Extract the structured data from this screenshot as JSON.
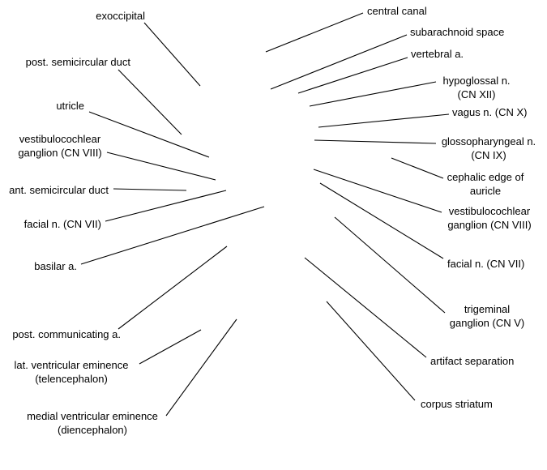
{
  "colors": {
    "text": "#000000",
    "line": "#000000",
    "background": "#ffffff"
  },
  "labels": {
    "exoccipital": "exoccipital",
    "post_semicircular_duct": "post. semicircular duct",
    "utricle": "utricle",
    "vestibulocochlear_ganglion_left": "vestibulocochlear\nganglion (CN VIII)",
    "ant_semicircular_duct": "ant. semicircular duct",
    "facial_n_left": "facial n. (CN VII)",
    "basilar_a": "basilar a.",
    "post_communicating_a": "post. communicating a.",
    "lat_ventricular_eminence": "lat. ventricular eminence\n(telencephalon)",
    "medial_ventricular_eminence": "medial ventricular eminence\n(diencephalon)",
    "central_canal": "central canal",
    "subarachnoid_space": "subarachnoid space",
    "vertebral_a": "vertebral a.",
    "hypoglossal_n": "hypoglossal n.\n(CN XII)",
    "vagus_n": "vagus n. (CN X)",
    "glossopharyngeal_n": "glossopharyngeal n.\n(CN IX)",
    "cephalic_edge_of_auricle": "cephalic edge of\nauricle",
    "vestibulocochlear_ganglion_right": "vestibulocochlear\nganglion (CN VIII)",
    "facial_n_right": "facial n. (CN VII)",
    "trigeminal_ganglion": "trigeminal\nganglion (CN V)",
    "artifact_separation": "artifact separation",
    "corpus_striatum": "corpus striatum"
  }
}
